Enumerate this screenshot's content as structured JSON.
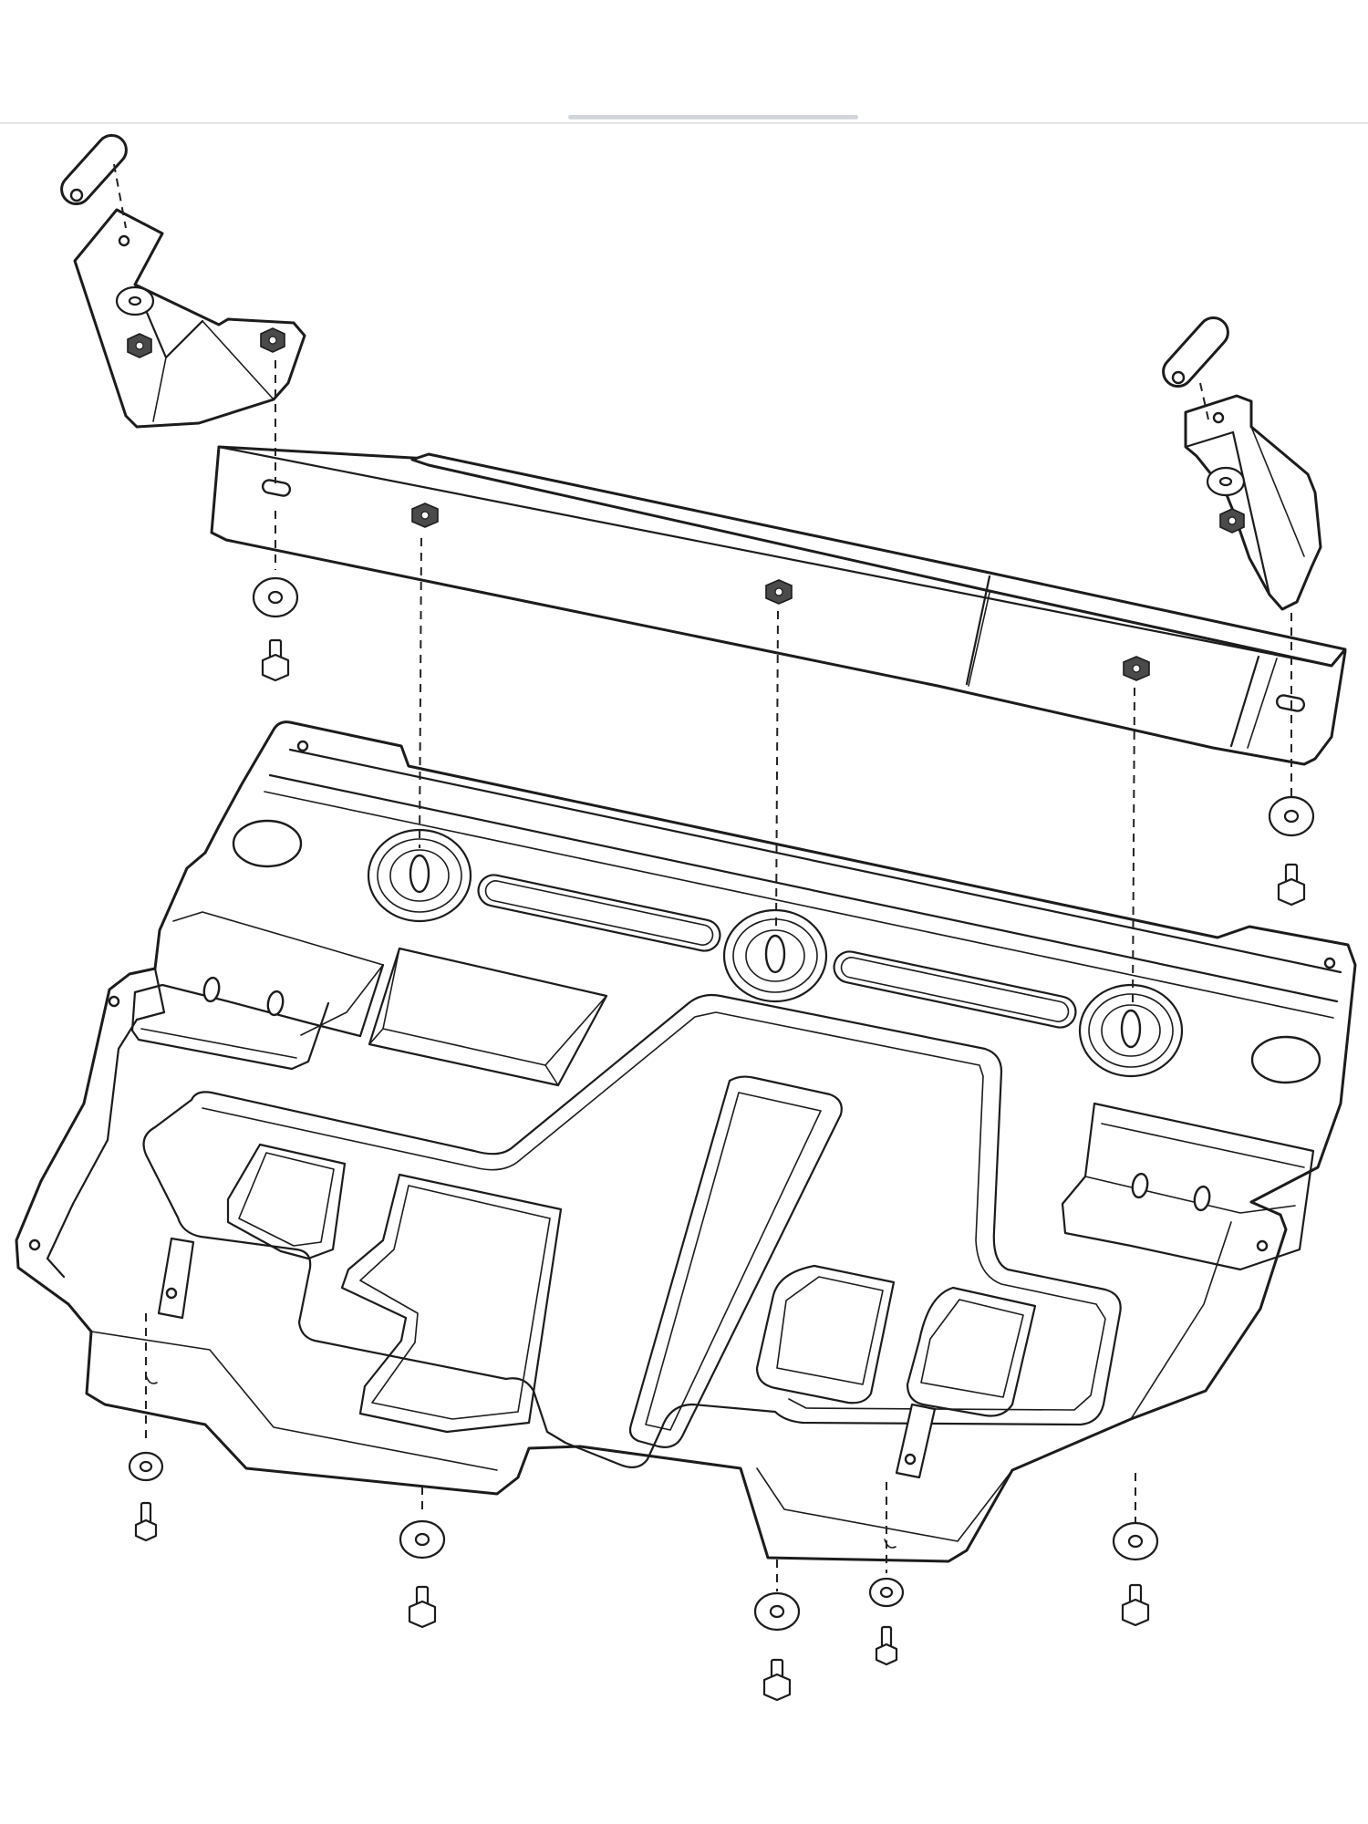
{
  "screen": {
    "background": "#ffffff",
    "top_bar_color": "#ffffff",
    "divider_color": "#e1e3e6",
    "scroll_indicator_color": "#d2d5da"
  },
  "diagram": {
    "line_color": "#1c1c1c",
    "fill_color": "#ffffff",
    "parts": [
      {
        "name": "left-mounting-bracket",
        "icon": "bracket-icon"
      },
      {
        "name": "right-mounting-bracket",
        "icon": "bracket-icon"
      },
      {
        "name": "front-crossbar",
        "icon": "bar-icon"
      },
      {
        "name": "skid-plate",
        "icon": "plate-icon"
      },
      {
        "name": "washers",
        "icon": "washer-icon"
      },
      {
        "name": "bolts",
        "icon": "bolt-icon"
      },
      {
        "name": "nuts",
        "icon": "nut-icon"
      }
    ]
  }
}
